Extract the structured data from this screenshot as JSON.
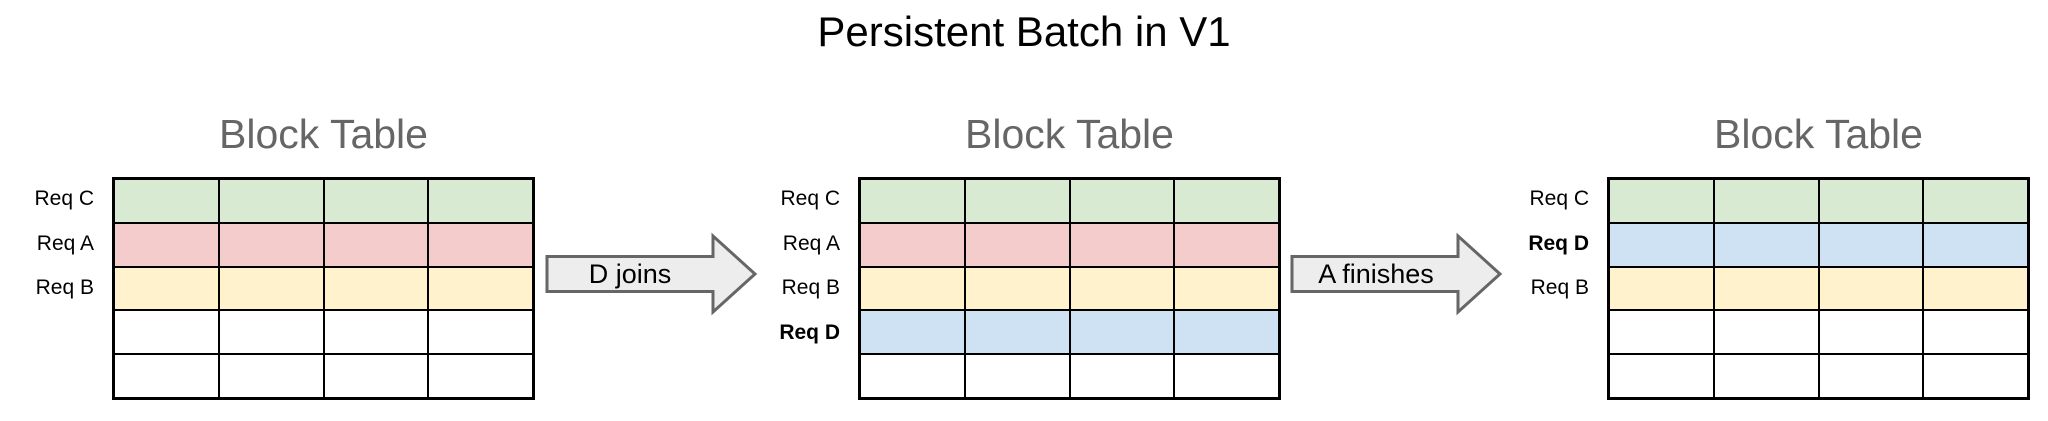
{
  "title": "Persistent Batch in V1",
  "colors": {
    "green": "#d9ead3",
    "red": "#f4cccc",
    "yellow": "#fff2cc",
    "blue": "#cfe2f3",
    "white": "#ffffff",
    "heading_gray": "#666666",
    "arrow_fill": "#ededed",
    "arrow_stroke": "#666666",
    "grid_line": "#000000"
  },
  "panels": [
    {
      "heading": "Block Table",
      "columns": 4,
      "rows": [
        {
          "label": "Req C",
          "bold": false,
          "color": "green"
        },
        {
          "label": "Req A",
          "bold": false,
          "color": "red"
        },
        {
          "label": "Req B",
          "bold": false,
          "color": "yellow"
        },
        {
          "label": "",
          "bold": false,
          "color": "white"
        },
        {
          "label": "",
          "bold": false,
          "color": "white"
        }
      ]
    },
    {
      "heading": "Block Table",
      "columns": 4,
      "rows": [
        {
          "label": "Req C",
          "bold": false,
          "color": "green"
        },
        {
          "label": "Req A",
          "bold": false,
          "color": "red"
        },
        {
          "label": "Req B",
          "bold": false,
          "color": "yellow"
        },
        {
          "label": "Req D",
          "bold": true,
          "color": "blue"
        },
        {
          "label": "",
          "bold": false,
          "color": "white"
        }
      ]
    },
    {
      "heading": "Block Table",
      "columns": 4,
      "rows": [
        {
          "label": "Req C",
          "bold": false,
          "color": "green"
        },
        {
          "label": "Req D",
          "bold": true,
          "color": "blue"
        },
        {
          "label": "Req B",
          "bold": false,
          "color": "yellow"
        },
        {
          "label": "",
          "bold": false,
          "color": "white"
        },
        {
          "label": "",
          "bold": false,
          "color": "white"
        }
      ]
    }
  ],
  "arrows": [
    {
      "label": "D joins"
    },
    {
      "label": "A finishes"
    }
  ]
}
